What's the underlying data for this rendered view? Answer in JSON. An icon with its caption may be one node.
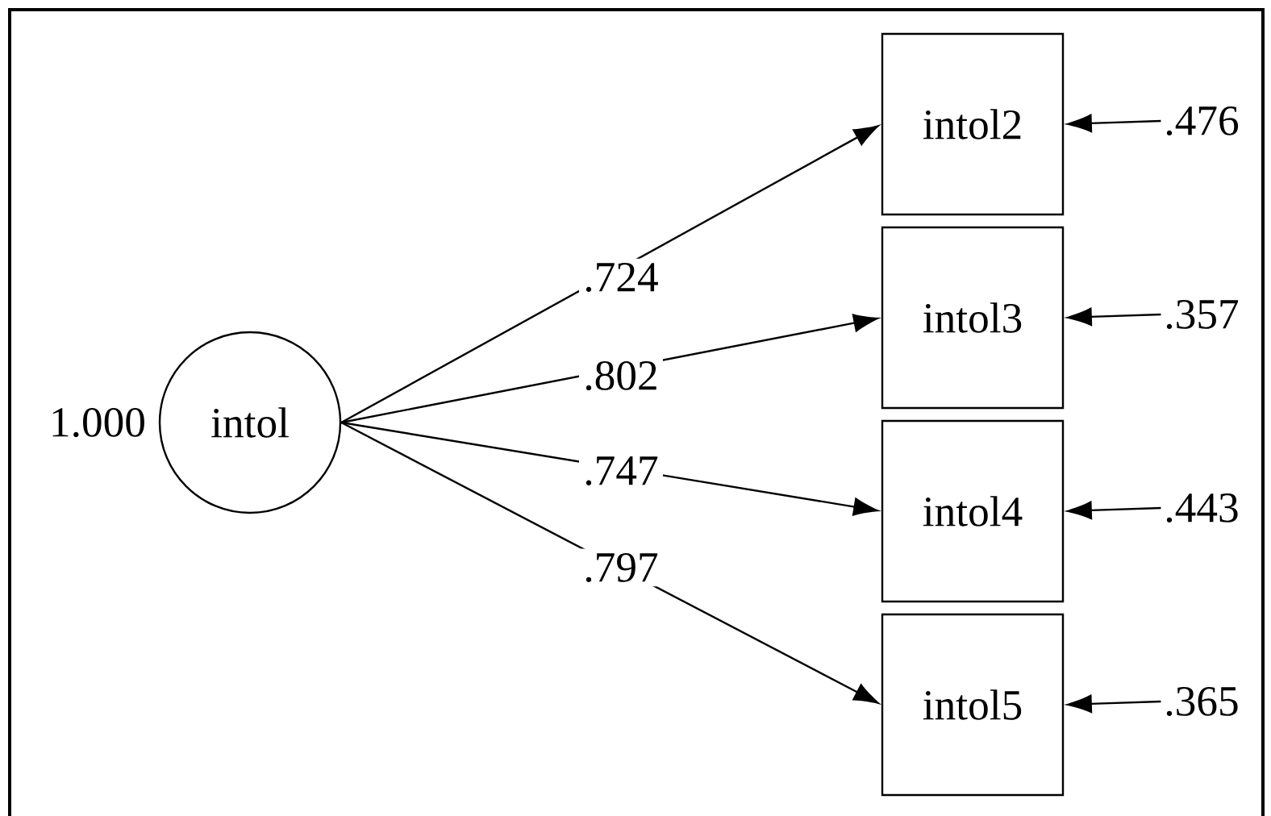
{
  "diagram": {
    "nodes": [
      {
        "text": [
          "intol"
        ],
        "beside": [
          "1.000"
        ]
      },
      {
        "text": [
          "intol2"
        ]
      },
      {
        "text": [
          "intol3"
        ]
      },
      {
        "text": [
          "intol4"
        ]
      },
      {
        "text": [
          "intol5"
        ]
      },
      {
        "text": [
          ".476"
        ]
      },
      {
        "text": [
          ".357"
        ]
      },
      {
        "text": [
          ".443"
        ]
      },
      {
        "text": [
          ".365"
        ]
      }
    ],
    "edges": [
      {
        "from": 0,
        "to": 1,
        "arrow": "to",
        "label": ".724"
      },
      {
        "from": 0,
        "to": 2,
        "arrow": "to",
        "label": ".802"
      },
      {
        "from": 0,
        "to": 3,
        "arrow": "to",
        "label": ".747"
      },
      {
        "from": 0,
        "to": 4,
        "arrow": "to",
        "label": ".797"
      },
      {
        "from": 5,
        "to": 1,
        "arrow": "to"
      },
      {
        "from": 6,
        "to": 2,
        "arrow": "to"
      },
      {
        "from": 7,
        "to": 3,
        "arrow": "to"
      },
      {
        "from": 8,
        "to": 4,
        "arrow": "to"
      }
    ]
  }
}
